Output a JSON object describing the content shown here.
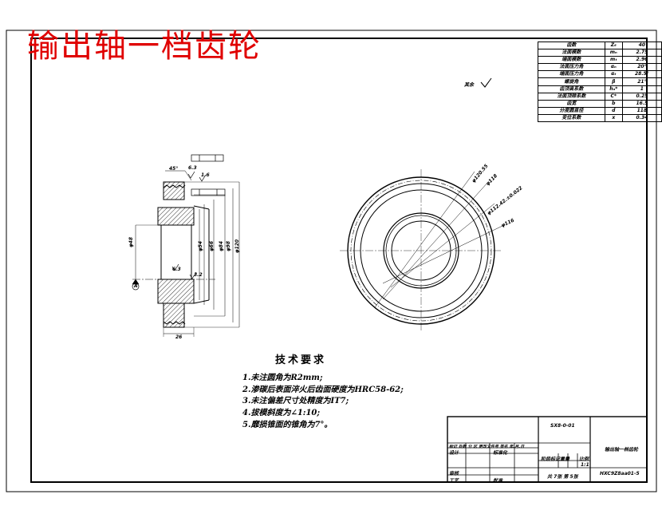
{
  "title": "输出轴一档齿轮",
  "surface_note": "其余",
  "param_table": [
    {
      "name": "齿数",
      "symbol": "Z₆",
      "value": "40"
    },
    {
      "name": "法面模数",
      "symbol": "mₙ",
      "value": "2.75"
    },
    {
      "name": "端面模数",
      "symbol": "mₜ",
      "value": "2.96"
    },
    {
      "name": "法面压力角",
      "symbol": "αₙ",
      "value": "20°"
    },
    {
      "name": "端面压力角",
      "symbol": "αₜ",
      "value": "28.5°"
    },
    {
      "name": "螺旋角",
      "symbol": "β",
      "value": "21°"
    },
    {
      "name": "齿顶高系数",
      "symbol": "hₐ*",
      "value": "1"
    },
    {
      "name": "法面顶隙系数",
      "symbol": "C*",
      "value": "0.25"
    },
    {
      "name": "齿宽",
      "symbol": "b",
      "value": "16.5"
    },
    {
      "name": "分度圆直径",
      "symbol": "d",
      "value": "118"
    },
    {
      "name": "变位系数",
      "symbol": "x",
      "value": "0.34"
    }
  ],
  "section_labels": {
    "chamfer": "45°",
    "roughness_a": "6.3",
    "roughness_b": "1.6",
    "roughness_c": "6.3",
    "roughness_d": "3.2",
    "left_dim": "φ48",
    "width_dim": "26",
    "datum": "A",
    "dia_1": "φ54",
    "dia_2": "φ66",
    "dia_3": "φ84",
    "dia_4": "φ98",
    "dia_5": "φ120"
  },
  "view_labels": {
    "d1": "φ120.55",
    "d2": "φ118",
    "d3": "φ112.42.±0.022",
    "d4": "φ116"
  },
  "tech_requirements": {
    "title": "技术要求",
    "items": [
      "1.未注圆角为R2mm;",
      "2.渗碳后表面淬火后齿面硬度为HRC58-62;",
      "3.未注偏差尺寸处精度为IT7;",
      "4.拔模斜度为∠1:10;",
      "5.靡损锥面的锥角为7°。"
    ]
  },
  "title_block": {
    "drawing_no": "SX8-0-01",
    "part_name": "输出轴一档齿轮",
    "code": "HXC9Z8aa01-5",
    "row_sign": "标记 处数 分 区 更改文件号 签名 年.月.日",
    "designer": "设计",
    "standardize": "标准化",
    "stage_mark": "阶段标记",
    "weight": "重量",
    "scale": "比例",
    "scale_val": "1:1",
    "reviewer": "审核",
    "process": "工艺",
    "approve": "批准",
    "sheets": "共 7张 第 5张"
  }
}
